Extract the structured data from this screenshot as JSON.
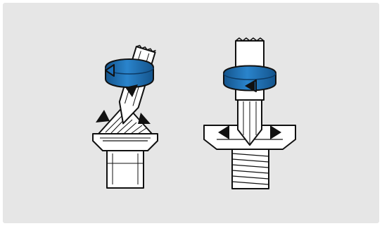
{
  "figure": {
    "panel_count": 2,
    "colors": {
      "background": "#e6e6e6",
      "outline": "#111111",
      "fill": "#ffffff",
      "rotation_band": "#1c6fb8",
      "rotation_band_dark": "#14548c",
      "force_arrow": "#111111"
    },
    "panels": [
      {
        "id": "left",
        "tool_state": "tilted-bit-cam-out"
      },
      {
        "id": "right",
        "tool_state": "aligned-bit"
      }
    ],
    "icons": [
      "rotation-arrow-icon",
      "force-arrow-icon"
    ]
  }
}
